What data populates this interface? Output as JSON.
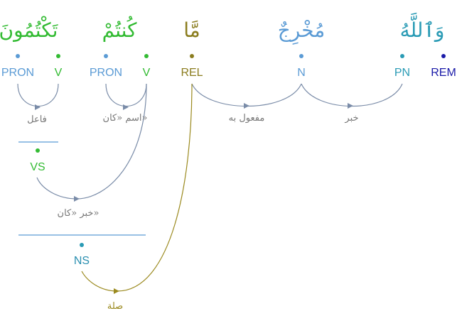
{
  "colors": {
    "verb": "#33bb33",
    "pronoun": "#5b9bd5",
    "relative": "#8b7d1f",
    "noun": "#5b9bd5",
    "proper_noun": "#2a9bb5",
    "resumption": "#1a1aa8",
    "edge_gray": "#7a8ca8",
    "edge_gold": "#9b8a1f",
    "label_gray": "#777777"
  },
  "words": [
    {
      "id": "w1",
      "text": "تَكْتُمُونَ",
      "color": "mixed"
    },
    {
      "id": "w2",
      "text": "كُنتُمْ",
      "color": "mixed"
    },
    {
      "id": "w3",
      "text": "مَّا",
      "color": "relative"
    },
    {
      "id": "w4",
      "text": "مُخْرِجٌ",
      "color": "noun"
    },
    {
      "id": "w5",
      "text": "وَٱللَّهُ",
      "color": "mixed"
    }
  ],
  "tags": {
    "w1_pron": "PRON",
    "w1_v": "V",
    "w2_pron": "PRON",
    "w2_v": "V",
    "w3_rel": "REL",
    "w4_n": "N",
    "w5_pn": "PN",
    "w5_rem": "REM"
  },
  "phrase_nodes": {
    "vs": "VS",
    "ns": "NS"
  },
  "relations": {
    "subject_1": "فاعل",
    "kana_subject": "اسم «كان»",
    "object": "مفعول به",
    "predicate": "خبر",
    "kana_predicate": "خبر «كان»",
    "relative_clause": "صلة"
  }
}
